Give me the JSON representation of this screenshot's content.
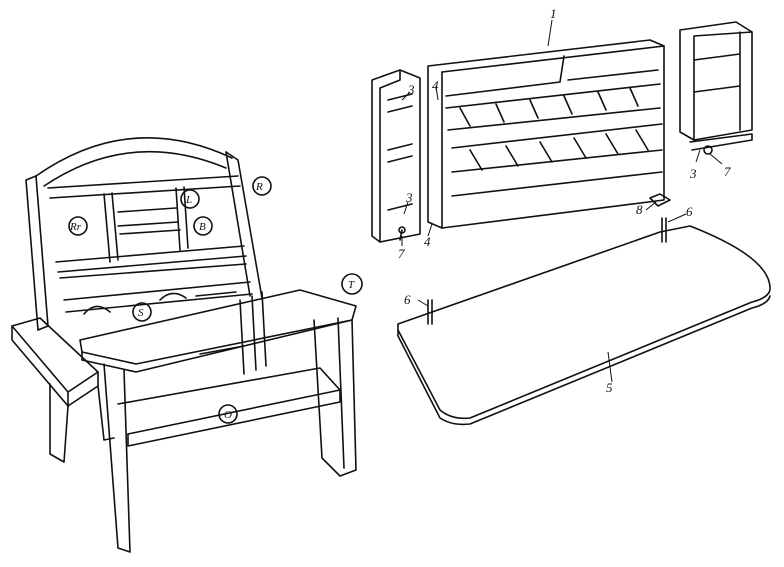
{
  "left_assembly": {
    "labels": {
      "r": "R",
      "rr": "Rr",
      "l": "L",
      "b": "B",
      "s": "S",
      "t": "T",
      "o": "O"
    }
  },
  "callouts": {
    "n1": "1",
    "n3a": "3",
    "n3b": "3",
    "n3c": "3",
    "n4a": "4",
    "n4b": "4",
    "n5": "5",
    "n6a": "6",
    "n6b": "6",
    "n7a": "7",
    "n7b": "7",
    "n8": "8"
  },
  "colors": {
    "ink": "#111111",
    "paper": "#ffffff"
  }
}
